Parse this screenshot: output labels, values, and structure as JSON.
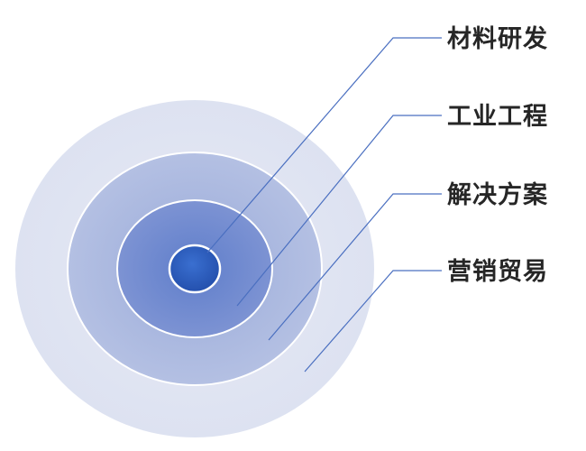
{
  "diagram": {
    "layers": [
      {
        "label": "材料研发",
        "color": "#2f5cb8"
      },
      {
        "label": "工业工程",
        "color": "#7289cf"
      },
      {
        "label": "解决方案",
        "color": "#a6b5de"
      },
      {
        "label": "营销贸易",
        "color": "#dfe3f2"
      }
    ],
    "connector_color": "#4a6fc0"
  }
}
